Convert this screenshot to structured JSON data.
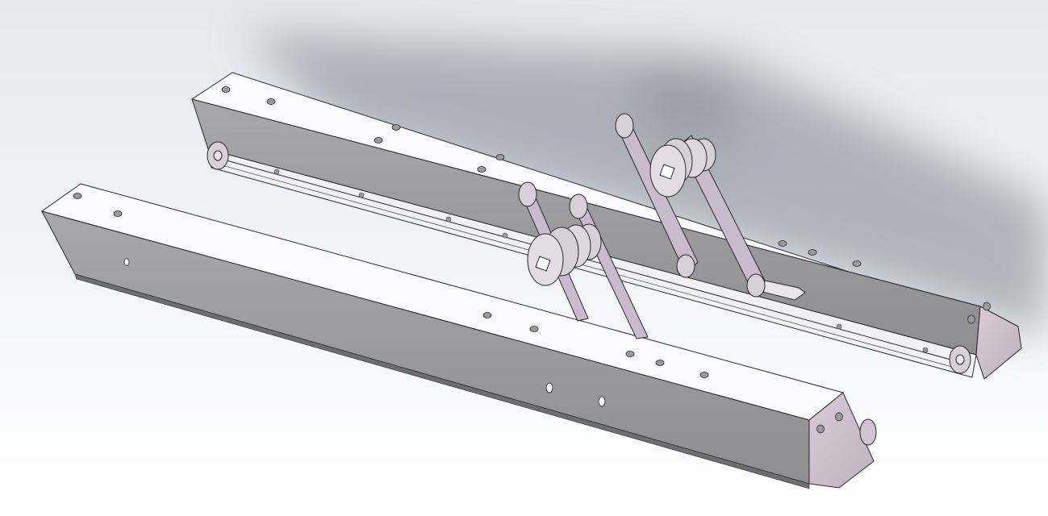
{
  "scene": {
    "type": "cad-assembly-render",
    "colors": {
      "bg_top": "#e6e8ee",
      "bg_bottom": "#ffffff",
      "body_top": "#fbfbfd",
      "body_side": "#9a9a9c",
      "body_end": "#cbbfcc",
      "pulley": "#d6d0d8",
      "belt": "#c7bccb",
      "outline": "#2a2a2a"
    },
    "components": [
      "rail-back",
      "rail-front",
      "belt-drive-left",
      "belt-drive-right",
      "rail-belt"
    ]
  }
}
